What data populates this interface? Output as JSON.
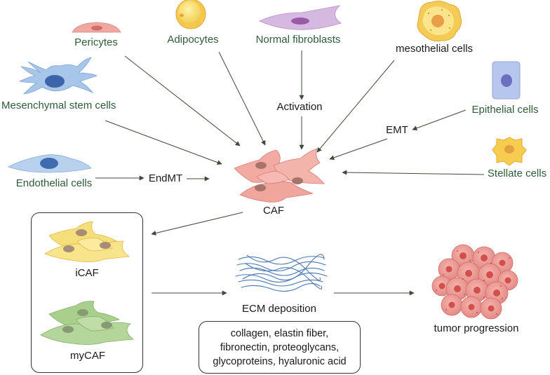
{
  "labels": {
    "pericytes": "Pericytes",
    "adipocytes": "Adipocytes",
    "normal_fibroblasts": "Normal fibroblasts",
    "mesothelial": "mesothelial cells",
    "msc": "Mesenchymal stem cells",
    "activation": "Activation",
    "epithelial": "Epithelial cells",
    "emt": "EMT",
    "stellate": "Stellate cells",
    "endothelial": "Endothelial cells",
    "endmt": "EndMT",
    "caf": "CAF",
    "icaf": "iCAF",
    "mycaf": "myCAF",
    "ecm": "ECM deposition",
    "tumor": "tumor progression"
  },
  "ecm_components": [
    "collagen, elastin fiber,",
    "fibronectin, proteoglycans,",
    "glycoproteins, hyaluronic acid"
  ],
  "colors": {
    "origin_label": "#2f5a3a",
    "process_label": "#1a1a1a",
    "arrow": "#3f4a3a",
    "caf_fill": "#f2aaa2",
    "icaf_fill": "#f6de7a",
    "mycaf_fill": "#a9cf8c",
    "tumor_fill": "#e98c88",
    "ecm_fiber": "#4d76b4"
  },
  "icons": [
    "pericyte-cell-icon",
    "adipocyte-cell-icon",
    "fibroblast-cell-icon",
    "mesothelial-cell-icon",
    "stem-cell-icon",
    "epithelial-cell-icon",
    "stellate-cell-icon",
    "endothelial-cell-icon",
    "caf-cell-cluster-icon",
    "icaf-cell-cluster-icon",
    "mycaf-cell-cluster-icon",
    "ecm-fibers-icon",
    "tumor-mass-icon"
  ]
}
